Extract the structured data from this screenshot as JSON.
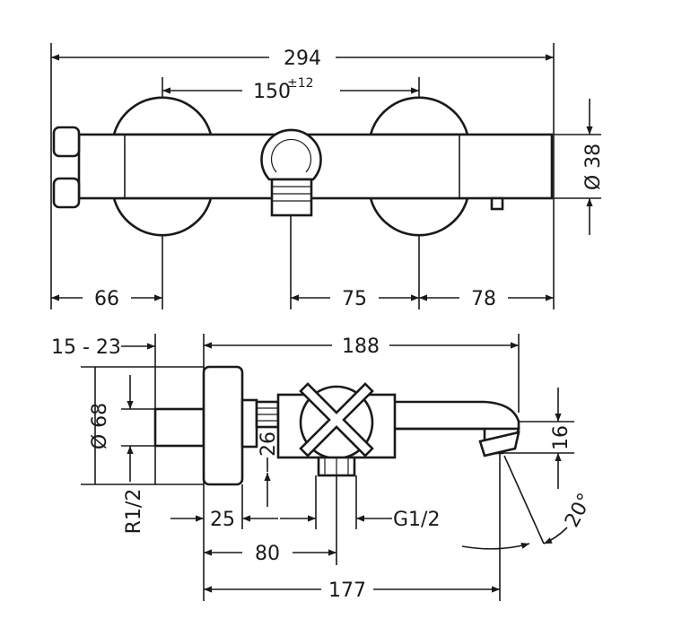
{
  "dimensions": {
    "total_width": "294",
    "handle_spacing": "150",
    "handle_spacing_tolerance": "±12",
    "body_diameter": "Ø 38",
    "left_offset": "66",
    "center_to_spout": "75",
    "spout_to_right": "78",
    "wall_range": "15 - 23",
    "depth_188": "188",
    "flange_diameter": "Ø 68",
    "thread_r": "R1/2",
    "thread_g": "G1/2",
    "height_26": "26",
    "offset_25": "25",
    "depth_80": "80",
    "depth_177": "177",
    "spout_height_16": "16",
    "spout_angle": "20°"
  }
}
